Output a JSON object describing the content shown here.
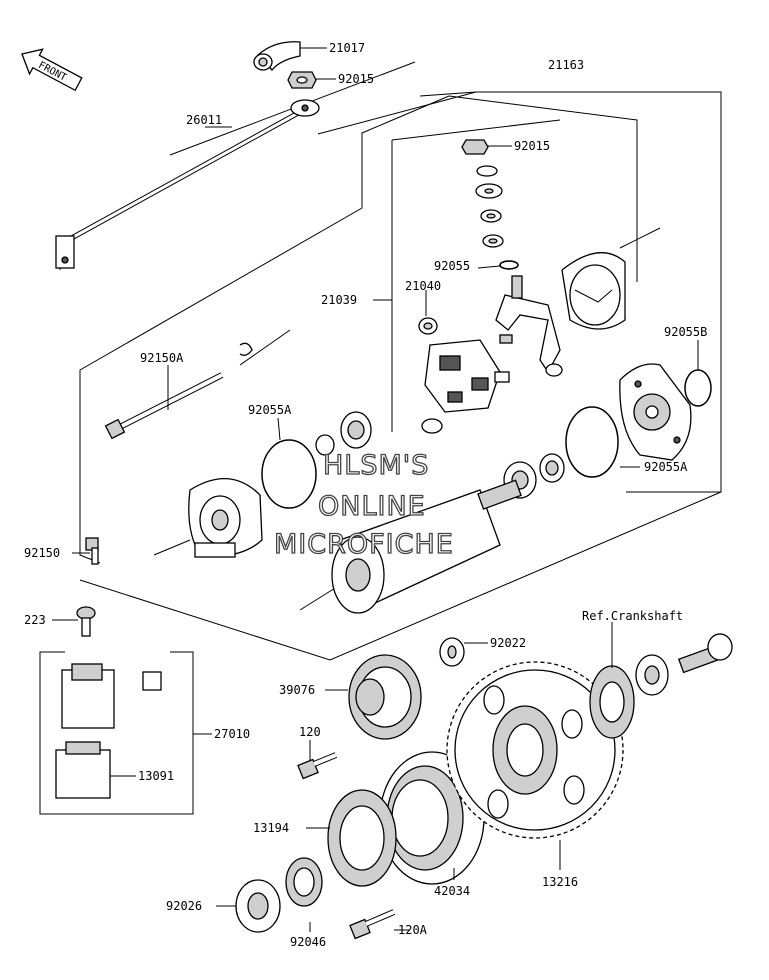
{
  "front_badge": "FRONT",
  "callouts": {
    "p21017": "21017",
    "p92015_top": "92015",
    "p21163": "21163",
    "p26011": "26011",
    "p92015_mid": "92015",
    "p92055": "92055",
    "p21039": "21039",
    "p21040": "21040",
    "p92055B": "92055B",
    "p92150A": "92150A",
    "p92055A_left": "92055A",
    "p92055A_right": "92055A",
    "p92150": "92150",
    "p223": "223",
    "p92022": "92022",
    "ref_crankshaft": "Ref.Crankshaft",
    "p39076": "39076",
    "p27010": "27010",
    "p120": "120",
    "p13091": "13091",
    "p13194": "13194",
    "p42034": "42034",
    "p13216": "13216",
    "p92026": "92026",
    "p92046": "92046",
    "p120A": "120A"
  },
  "watermark": {
    "line1": "HLSM'S",
    "line2": "ONLINE",
    "line3": "MICROFICHE"
  }
}
